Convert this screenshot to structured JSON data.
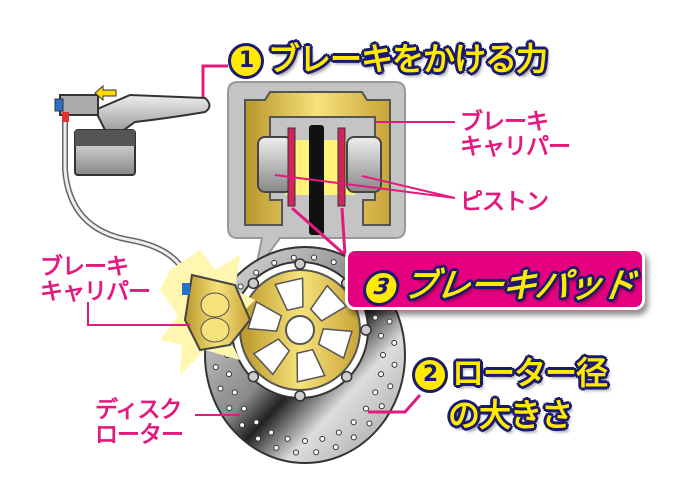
{
  "labels": {
    "force": {
      "number": "1",
      "text": "ブレーキをかける力"
    },
    "rotor_size": {
      "number": "2",
      "line1": "ローター径",
      "line2": "の大きさ"
    },
    "pad": {
      "number": "3",
      "text": "ブレーキパッド"
    },
    "inset_caliper": {
      "line1": "ブレーキ",
      "line2": "キャリパー"
    },
    "piston": "ピストン",
    "caliper": {
      "line1": "ブレーキ",
      "line2": "キャリパー"
    },
    "disc_rotor": {
      "line1": "ディスク",
      "line2": "ローター"
    }
  },
  "colors": {
    "accent_pink": "#e4197e",
    "title_yellow": "#ffea00",
    "outline_navy": "#1a1a6e",
    "pad_magenta": "#e4007f",
    "gold": "#d4b23a"
  }
}
